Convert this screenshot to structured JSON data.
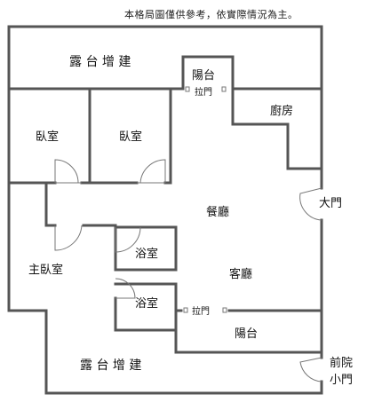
{
  "note": "本格局圖僅供參考，依實際情況為主。",
  "rooms": {
    "terrace_top": "露 台 增 建",
    "balcony_top": "陽台",
    "slide_top": "拉門",
    "kitchen": "廚房",
    "bedroom1": "臥室",
    "bedroom2": "臥室",
    "dining": "餐廳",
    "main_door": "大門",
    "bath1": "浴室",
    "master": "主臥室",
    "living": "客廳",
    "bath2": "浴室",
    "slide_bottom": "拉門",
    "balcony_bottom": "陽台",
    "terrace_bottom": "露 台 增 建",
    "front_gate_1": "前院",
    "front_gate_2": "小門"
  }
}
